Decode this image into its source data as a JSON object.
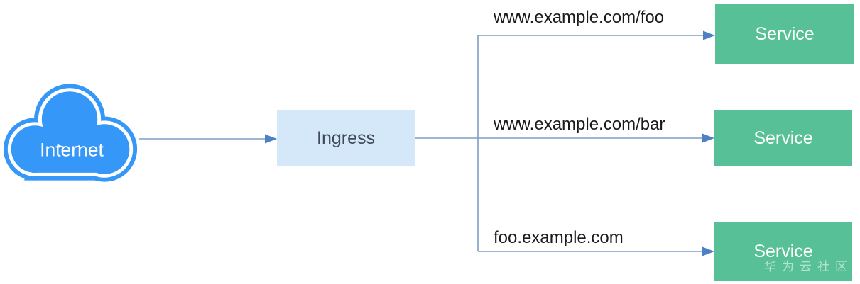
{
  "diagram": {
    "internet": {
      "label": "Internet"
    },
    "ingress": {
      "label": "Ingress"
    },
    "routes": [
      {
        "host_path": "www.example.com/foo",
        "service": "Service"
      },
      {
        "host_path": "www.example.com/bar",
        "service": "Service"
      },
      {
        "host_path": "foo.example.com",
        "service": "Service"
      }
    ],
    "watermark": "华为云社区",
    "colors": {
      "cloud_blue": "#3597f8",
      "ingress_fill": "#d5e8f9",
      "ingress_text": "#3e4959",
      "service_fill": "#58c096",
      "service_text": "#ffffff",
      "connector_line": "#7d9fc4",
      "arrowhead": "#4e80c6",
      "route_label_text": "#1a1a1a",
      "watermark_color": "rgba(255,255,255,0.55)"
    }
  }
}
